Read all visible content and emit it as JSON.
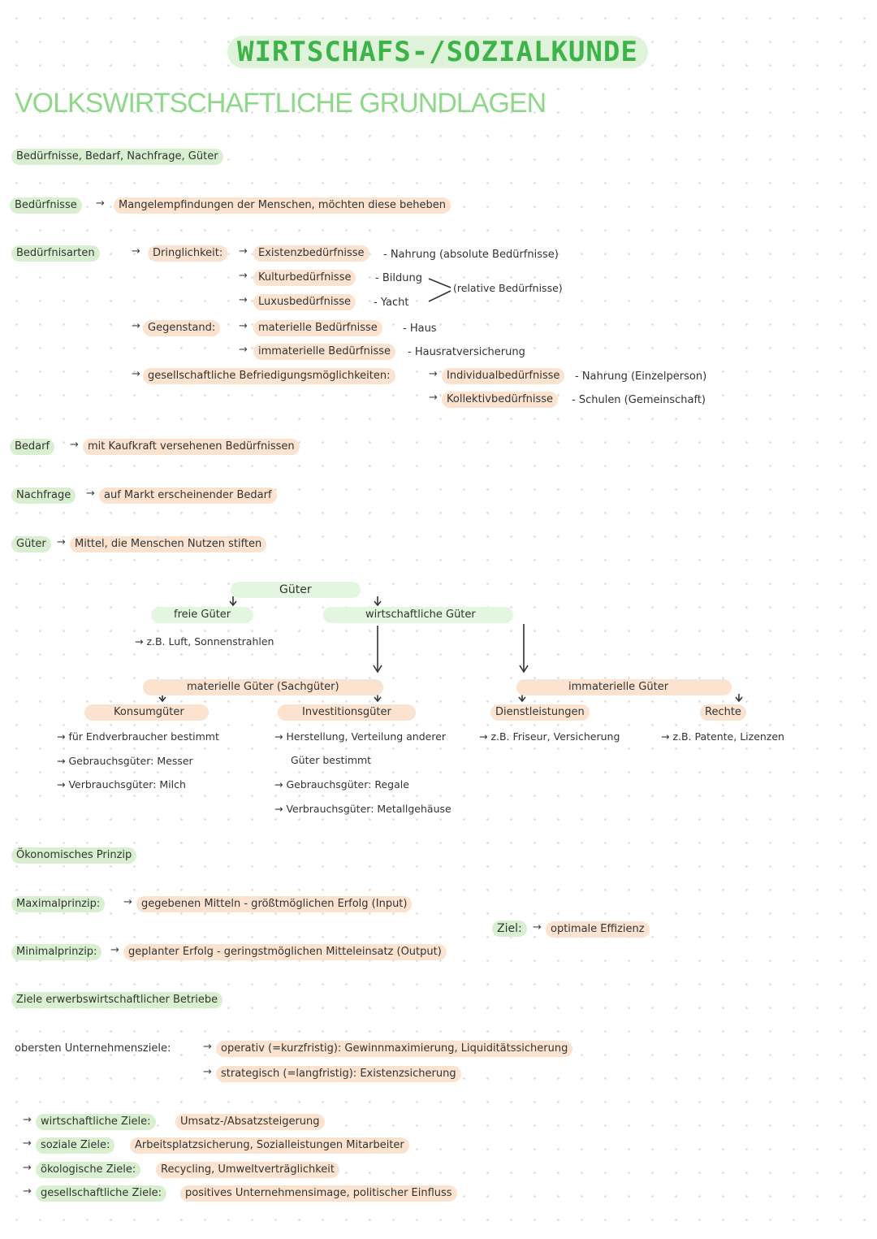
{
  "title": "WIRTSCHAFS-/SOZIALKUNDE",
  "subtitle": "VOLKSWIRTSCHAFTLICHE GRUNDLAGEN",
  "arrow": "→",
  "s1": {
    "heading": "Bedürfnisse, Bedarf, Nachfrage, Güter",
    "beduerfnisse_label": "Bedürfnisse",
    "beduerfnisse_def": "Mangelempfindungen der Menschen, möchten diese beheben",
    "arten_label": "Bedürfnisarten",
    "dringlichkeit": "Dringlichkeit:",
    "existenz": "Existenzbedürfnisse",
    "existenz_ex": "- Nahrung (absolute Bedürfnisse)",
    "kultur": "Kulturbedürfnisse",
    "kultur_ex": "- Bildung",
    "luxus": "Luxusbedürfnisse",
    "luxus_ex": "- Yacht",
    "relative": "(relative Bedürfnisse)",
    "gegenstand": "Gegenstand:",
    "materiell": "materielle Bedürfnisse",
    "materiell_ex": "- Haus",
    "immateriell": "immaterielle Bedürfnisse",
    "immateriell_ex": "- Hausratversicherung",
    "gesell": "gesellschaftliche Befriedigungsmöglichkeiten:",
    "individual": "Individualbedürfnisse",
    "individual_ex": "- Nahrung (Einzelperson)",
    "kollektiv": "Kollektivbedürfnisse",
    "kollektiv_ex": "- Schulen (Gemeinschaft)",
    "bedarf_label": "Bedarf",
    "bedarf_def": "mit Kaufkraft versehenen Bedürfnissen",
    "nachfrage_label": "Nachfrage",
    "nachfrage_def": "auf Markt erscheinender Bedarf",
    "gueter_label": "Güter",
    "gueter_def": "Mittel, die Menschen Nutzen stiften"
  },
  "tree": {
    "root": "Güter",
    "freie": "freie Güter",
    "freie_ex": "→ z.B. Luft, Sonnenstrahlen",
    "wirtschaftliche": "wirtschaftliche Güter",
    "materielle": "materielle Güter (Sachgüter)",
    "immaterielle": "immaterielle Güter",
    "konsum": "Konsumgüter",
    "konsum_1": "→ für Endverbraucher bestimmt",
    "konsum_2": "→ Gebrauchsgüter: Messer",
    "konsum_3": "→ Verbrauchsgüter: Milch",
    "invest": "Investitionsgüter",
    "invest_1": "→ Herstellung, Verteilung anderer",
    "invest_1b": "Güter bestimmt",
    "invest_2": "→ Gebrauchsgüter: Regale",
    "invest_3": "→ Verbrauchsgüter: Metallgehäuse",
    "dienst": "Dienstleistungen",
    "dienst_ex": "→ z.B. Friseur, Versicherung",
    "rechte": "Rechte",
    "rechte_ex": "→ z.B. Patente, Lizenzen"
  },
  "s2": {
    "heading": "Ökonomisches Prinzip",
    "max_label": "Maximalprinzip:",
    "max_def": "gegebenen Mitteln - größtmöglichen Erfolg (Input)",
    "min_label": "Minimalprinzip:",
    "min_def": "geplanter Erfolg - geringstmöglichen Mitteleinsatz (Output)",
    "ziel_label": "Ziel:",
    "ziel_def": "optimale Effizienz"
  },
  "s3": {
    "heading": "Ziele erwerbswirtschaftlicher Betriebe",
    "oberste_label": "obersten Unternehmensziele:",
    "operativ": "operativ (=kurzfristig): Gewinnmaximierung, Liquiditätssicherung",
    "strategisch": "strategisch (=langfristig): Existenzsicherung",
    "w_label": "wirtschaftliche Ziele:",
    "w_def": "Umsatz-/Absatzsteigerung",
    "s_label": "soziale Ziele:",
    "s_def": "Arbeitsplatzsicherung, Sozialleistungen Mitarbeiter",
    "o_label": "ökologische Ziele:",
    "o_def": "Recycling, Umweltverträglichkeit",
    "g_label": "gesellschaftliche Ziele:",
    "g_def": "positives Unternehmensimage, politischer Einfluss"
  }
}
